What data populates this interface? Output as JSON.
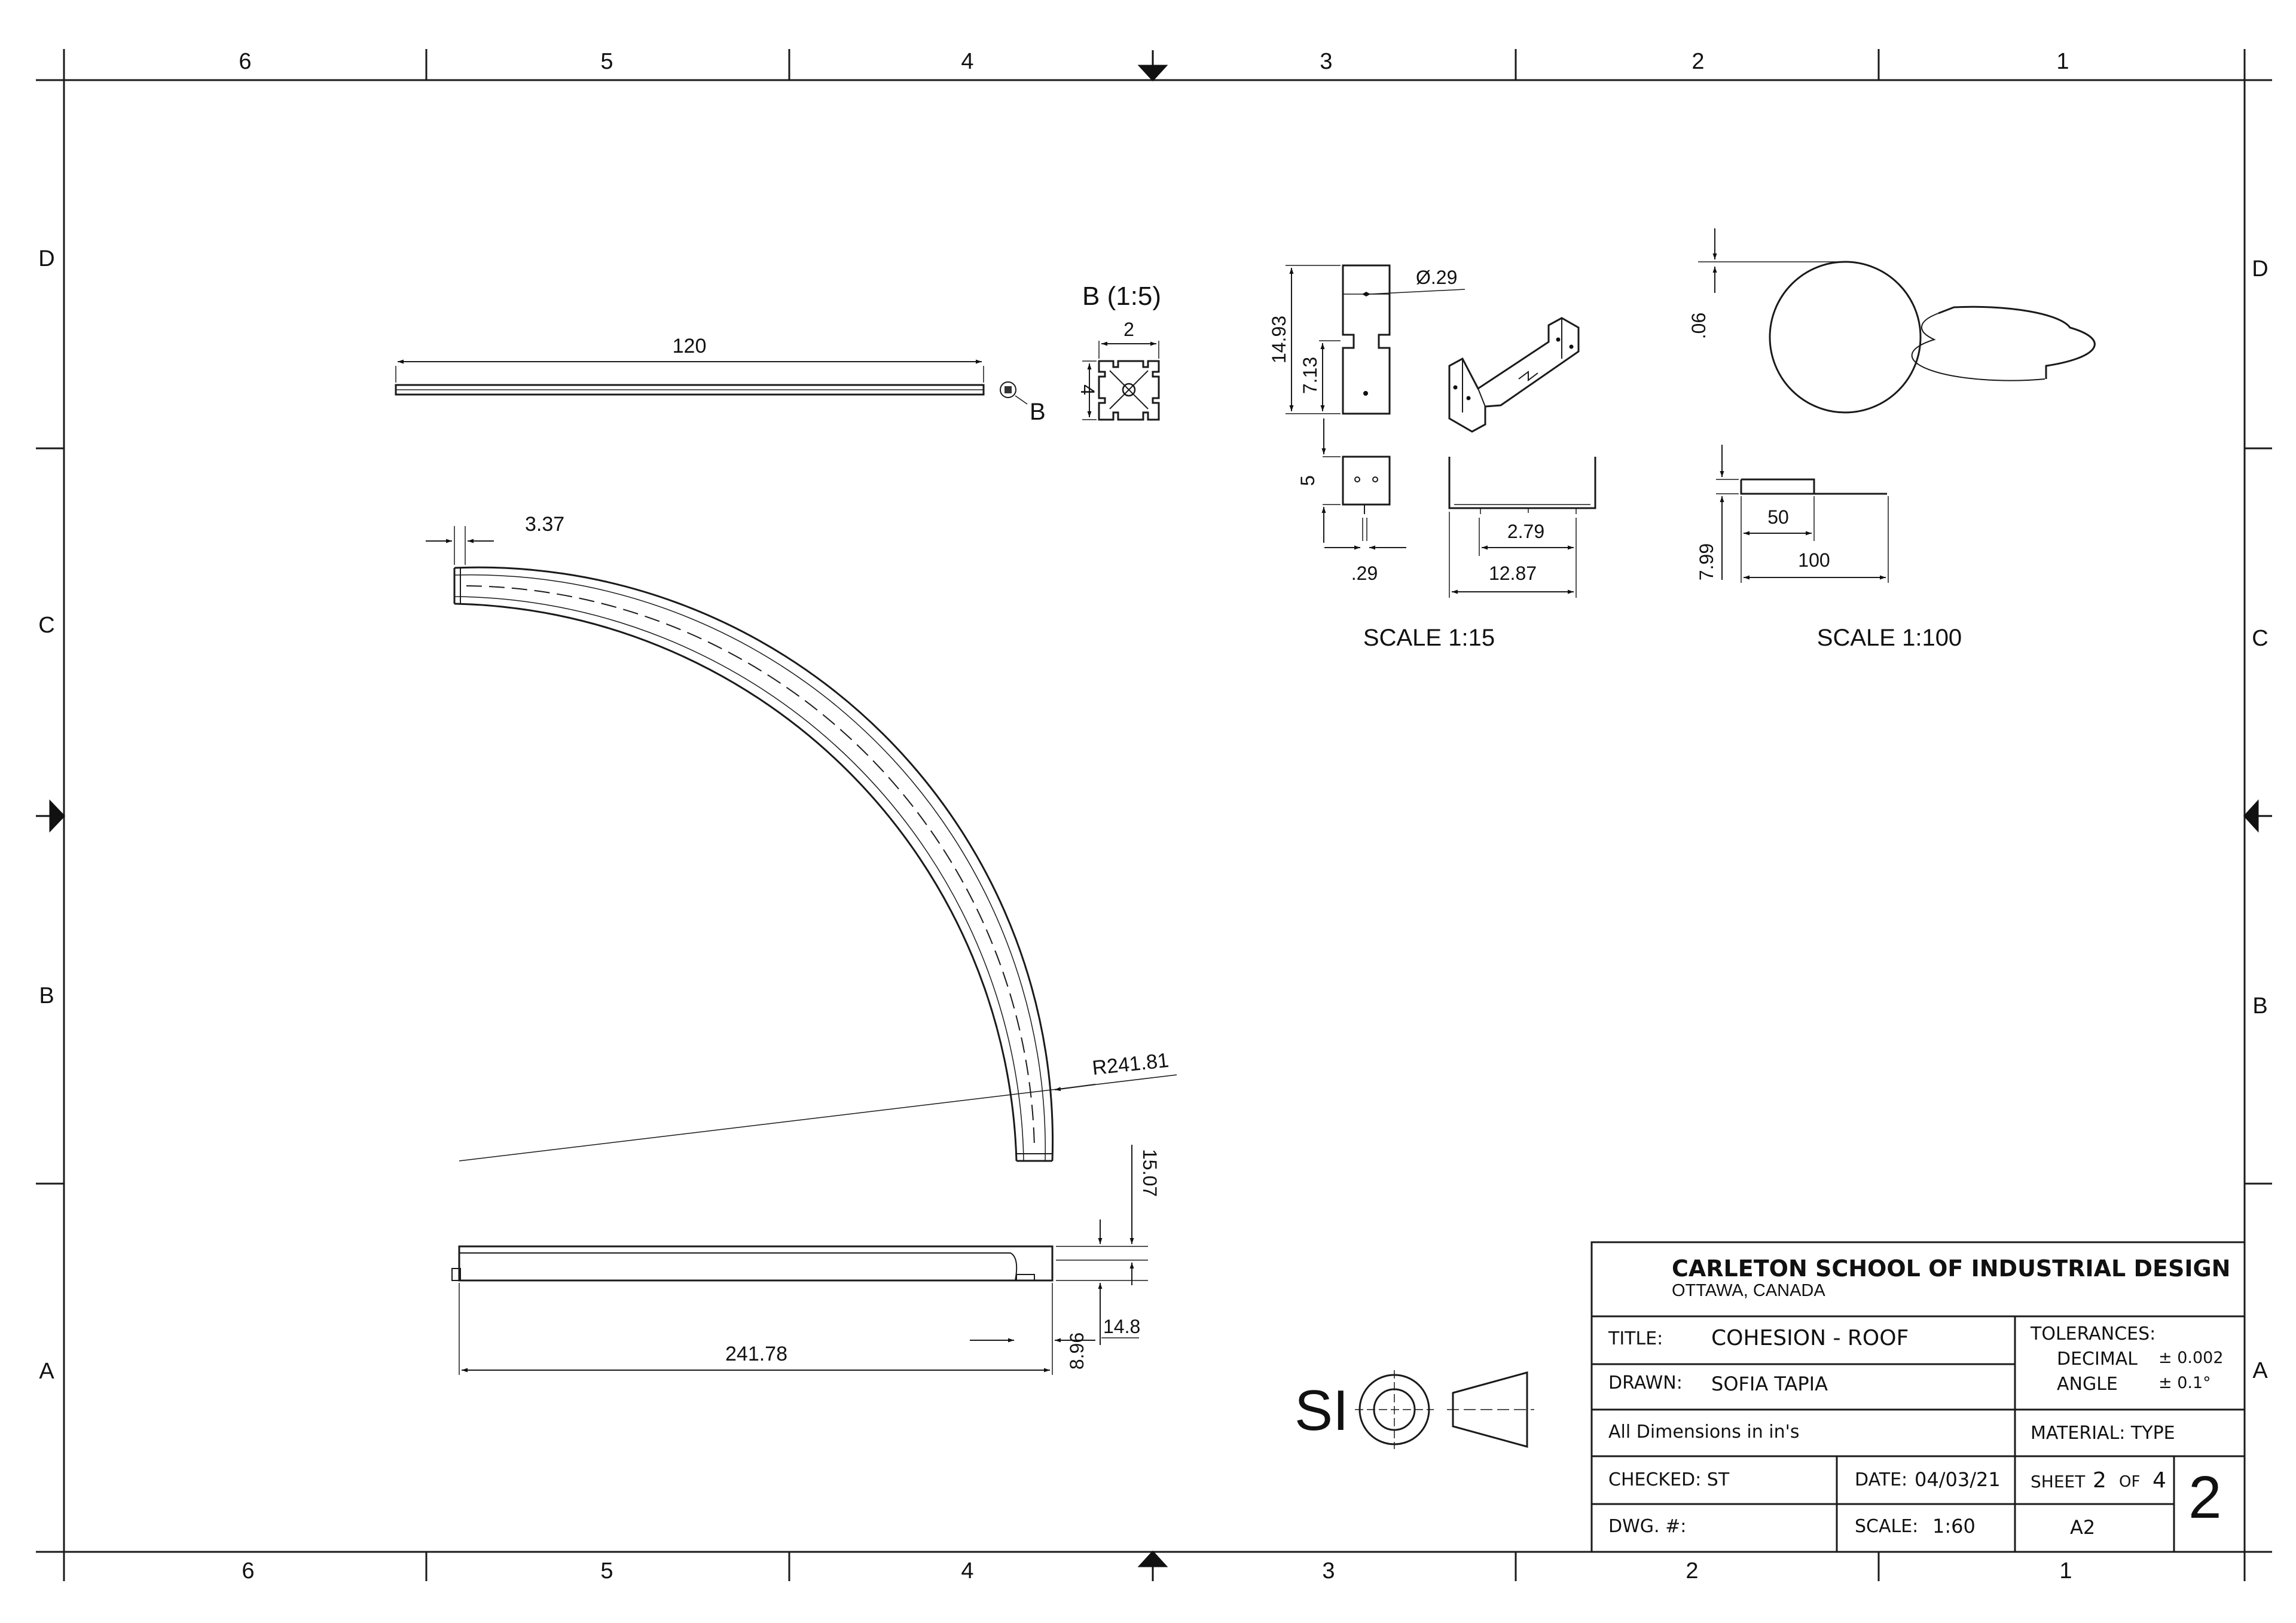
{
  "frame": {
    "top_zones": [
      "6",
      "5",
      "4",
      "3",
      "2",
      "1"
    ],
    "side_left": [
      "D",
      "C",
      "B",
      "A"
    ],
    "side_right": [
      "D",
      "C",
      "B",
      "A"
    ]
  },
  "views": {
    "detail_label": "B (1:5)",
    "callout_letter": "B",
    "rail_length": "120",
    "detail_width": "2",
    "detail_height": "4",
    "arc_thickness": "3.37",
    "arc_radius": "R241.81",
    "side_length": "241.78",
    "side_dim_a": "15.07",
    "side_dim_b": "14.8",
    "side_dim_c": "8.96",
    "bracket_height": "14.93",
    "bracket_mid": "7.13",
    "bracket_hole": "Ø.29",
    "bracket_w": "5",
    "bracket_offset": ".29",
    "bracket_dim_a": "2.79",
    "bracket_dim_b": "12.87",
    "scale_a": "SCALE 1:15",
    "disc_thk": ".06",
    "disc_h": "7.99",
    "disc_50": "50",
    "disc_100": "100",
    "scale_b": "SCALE 1:100",
    "si_label": "SI"
  },
  "title_block": {
    "school": "CARLETON SCHOOL OF INDUSTRIAL DESIGN",
    "location": "OTTAWA, CANADA",
    "title_label": "TITLE:",
    "title_value": "COHESION - ROOF",
    "drawn_label": "DRAWN:",
    "drawn_value": "SOFIA TAPIA",
    "dims_note": "All Dimensions in in's",
    "checked": "CHECKED: ST",
    "date_label": "DATE:",
    "date_value": "04/03/21",
    "dwg": "DWG. #:",
    "scale_label": "SCALE:",
    "scale_value": "1:60",
    "tol_label": "TOLERANCES:",
    "decimal_label": "DECIMAL",
    "decimal_value": "± 0.002",
    "angle_label": "ANGLE",
    "angle_value": "± 0.1°",
    "material": "MATERIAL: TYPE",
    "sheet_label": "SHEET",
    "sheet_num": "2",
    "of_label": "OF",
    "sheet_total": "4",
    "size": "A2",
    "rev": "2"
  }
}
